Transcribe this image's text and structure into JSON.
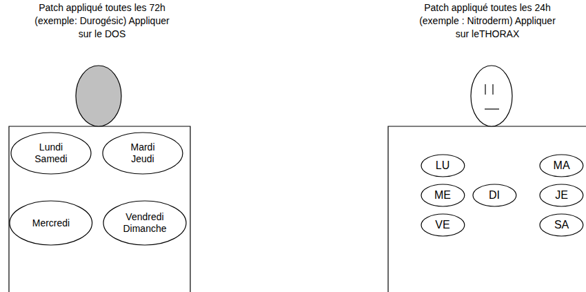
{
  "diagram": {
    "nodes": [
      {
        "text": [
          "Lundi Samedi"
        ]
      },
      {
        "text": [
          "Mardi Jeudi"
        ]
      },
      {
        "text": [
          "Mercredi"
        ]
      },
      {
        "text": [
          "Vendredi Dimanche"
        ]
      },
      {
        "text": [
          "LU"
        ]
      },
      {
        "text": [
          "MA"
        ]
      },
      {
        "text": [
          "ME"
        ]
      },
      {
        "text": [
          "DI"
        ]
      },
      {
        "text": [
          "JE"
        ]
      },
      {
        "text": [
          "VE"
        ]
      },
      {
        "text": [
          "SA"
        ]
      }
    ],
    "labels": [
      "Patch appliqué toutes les 72h (exemple: Durogésic) Appliquer sur le DOS",
      "Patch appliqué toutes les 24h (exemple : Nitroderm) Appliquer sur leTHORAX"
    ]
  }
}
